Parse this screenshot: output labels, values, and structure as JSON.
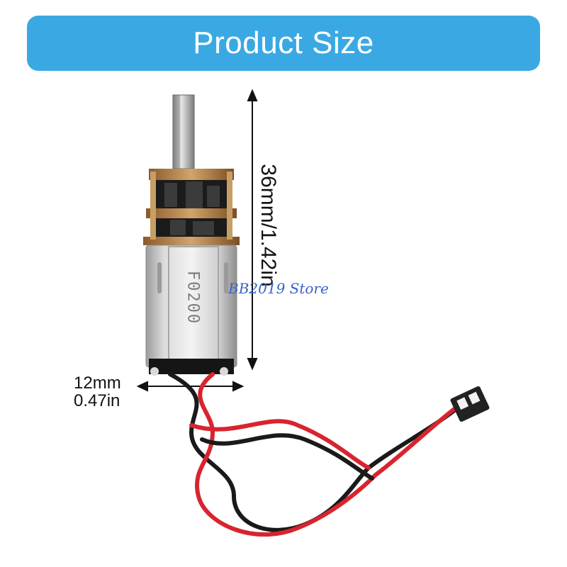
{
  "banner": {
    "title": "Product Size",
    "color": "#3aa9e3"
  },
  "dimensions": {
    "height": "36mm/1.42in",
    "width_mm": "12mm",
    "width_in": "0.47in"
  },
  "product": {
    "housing_marking": "F0200",
    "wire_colors": [
      "#d8242f",
      "#1a1a1a"
    ],
    "connector_color": "#222222"
  },
  "watermark": {
    "text": "BB2019 Store"
  }
}
